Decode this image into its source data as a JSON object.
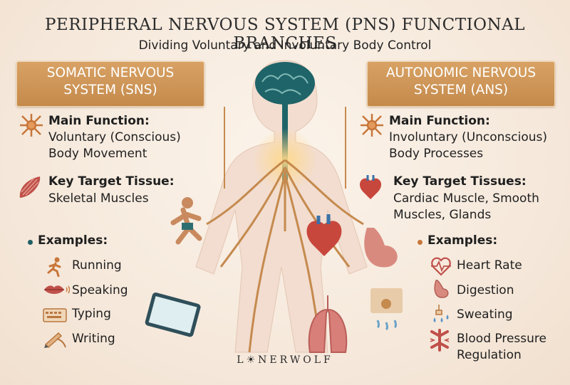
{
  "header": {
    "title": "PERIPHERAL NERVOUS SYSTEM (PNS) FUNCTIONAL BRANCHES",
    "subtitle": "Dividing Voluntary and Involuntary Body Control"
  },
  "somatic": {
    "banner_line1": "SOMATIC NERVOUS",
    "banner_line2": "SYSTEM (SNS)",
    "function_heading": "Main Function:",
    "function_line1": "Voluntary (Conscious)",
    "function_line2": "Body Movement",
    "target_heading": "Key Target Tissue:",
    "target_line1": "Skeletal Muscles",
    "examples_heading": "Examples:",
    "examples": [
      "Running",
      "Speaking",
      "Typing",
      "Writing"
    ]
  },
  "autonomic": {
    "banner_line1": "AUTONOMIC NERVOUS",
    "banner_line2": "SYSTEM (ANS)",
    "function_heading": "Main Function:",
    "function_line1": "Involuntary (Unconscious)",
    "function_line2": "Body Processes",
    "target_heading": "Key Target Tissues:",
    "target_line1": "Cardiac Muscle, Smooth",
    "target_line2": "Muscles, Glands",
    "examples_heading": "Examples:",
    "examples": [
      "Heart Rate",
      "Digestion",
      "Sweating",
      "Blood Pressure",
      "Regulation"
    ]
  },
  "watermark": "L☀NERWOLF",
  "colors": {
    "banner": "#c98f50",
    "nerve": "#c58a4e",
    "brain": "#1f6468",
    "accent_teal": "#1f5f63",
    "organ_red": "#c8473c"
  },
  "icons": [
    "neuron-icon",
    "muscle-icon",
    "runner-icon",
    "lips-icon",
    "keyboard-icon",
    "writing-hand-icon",
    "heart-icon",
    "heart-rate-icon",
    "stomach-icon",
    "sweat-drops-icon",
    "artery-icon",
    "lungs-icon",
    "skin-gland-icon",
    "tablet-icon",
    "brain-icon"
  ]
}
